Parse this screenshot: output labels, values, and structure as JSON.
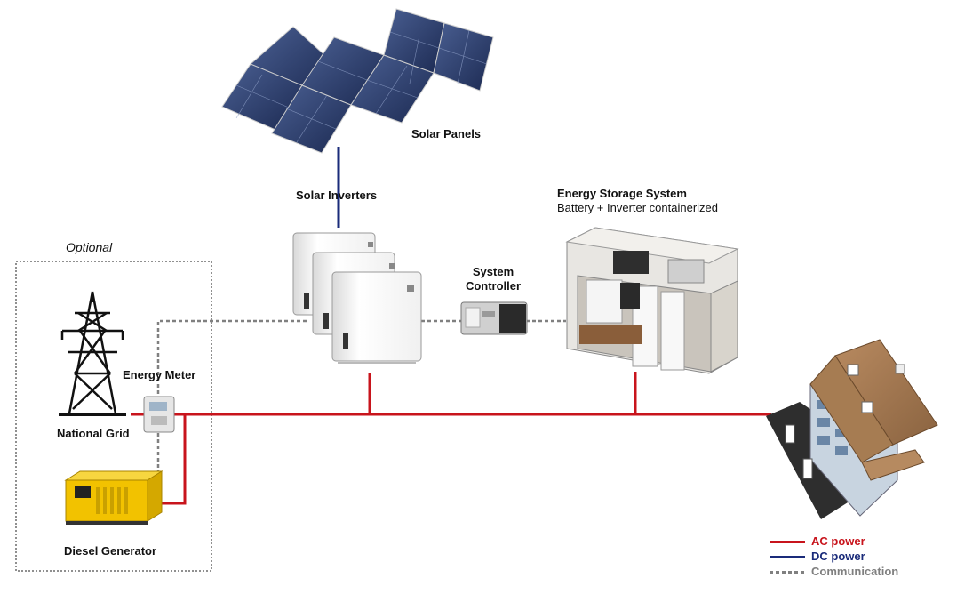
{
  "labels": {
    "solar_panels": "Solar Panels",
    "solar_inverters": "Solar Inverters",
    "ess_title": "Energy Storage System",
    "ess_subtitle": "Battery + Inverter containerized",
    "system_controller_line1": "System",
    "system_controller_line2": "Controller",
    "optional": "Optional",
    "energy_meter": "Energy Meter",
    "national_grid": "National Grid",
    "diesel_generator": "Diesel Generator"
  },
  "legend": {
    "ac": {
      "label": "AC power",
      "color": "#c8141c"
    },
    "dc": {
      "label": "DC power",
      "color": "#1a2b7a"
    },
    "comm": {
      "label": "Communication",
      "color": "#808080"
    }
  },
  "colors": {
    "ac_line": "#c8141c",
    "dc_line": "#1a2b7a",
    "comm_line": "#808080",
    "generator": "#f2c200",
    "panel": "#2c3f6e"
  },
  "icons": {
    "solar_panels": "solar-panel-array-icon",
    "inverters": "solar-inverter-stack-icon",
    "controller": "system-controller-device-icon",
    "ess": "battery-container-icon",
    "tower": "transmission-tower-icon",
    "meter": "energy-meter-icon",
    "generator": "diesel-generator-icon",
    "building": "commercial-building-icon"
  }
}
